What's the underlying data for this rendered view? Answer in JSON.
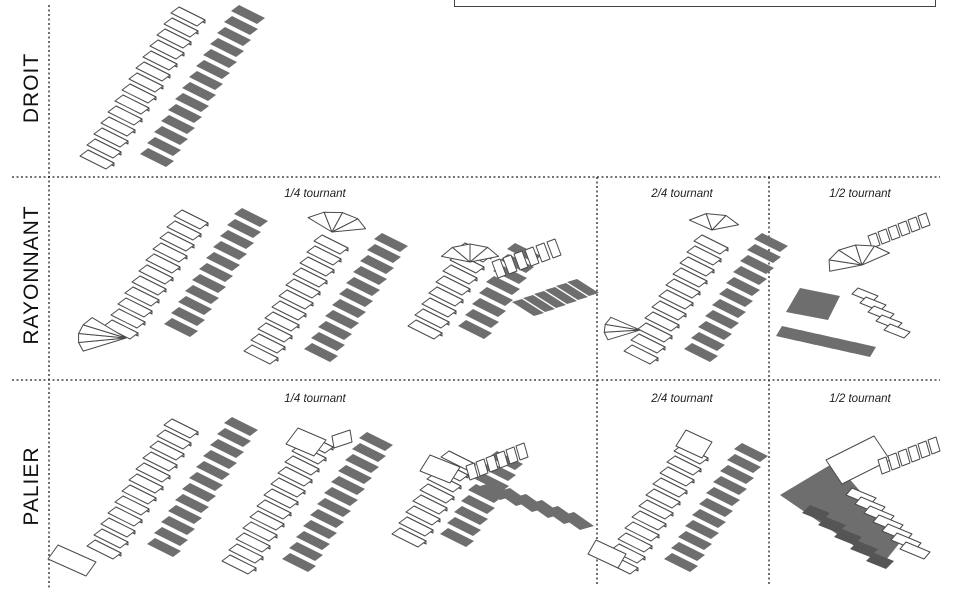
{
  "rows": [
    {
      "id": "droit",
      "label": "DROIT"
    },
    {
      "id": "rayonnant",
      "label": "RAYONNANT"
    },
    {
      "id": "palier",
      "label": "PALIER"
    }
  ],
  "cells": [
    {
      "row": "rayonnant",
      "label": "1/4 tournant"
    },
    {
      "row": "rayonnant",
      "label": "2/4 tournant"
    },
    {
      "row": "rayonnant",
      "label": "1/2 tournant"
    },
    {
      "row": "palier",
      "label": "1/4 tournant"
    },
    {
      "row": "palier",
      "label": "2/4 tournant"
    },
    {
      "row": "palier",
      "label": "1/2 tournant"
    }
  ],
  "colors": {
    "tread_fill": "#ffffff",
    "tread_stroke": "#4a4a4a",
    "shadow": "#6e6e6e",
    "grid_line": "#222222"
  }
}
